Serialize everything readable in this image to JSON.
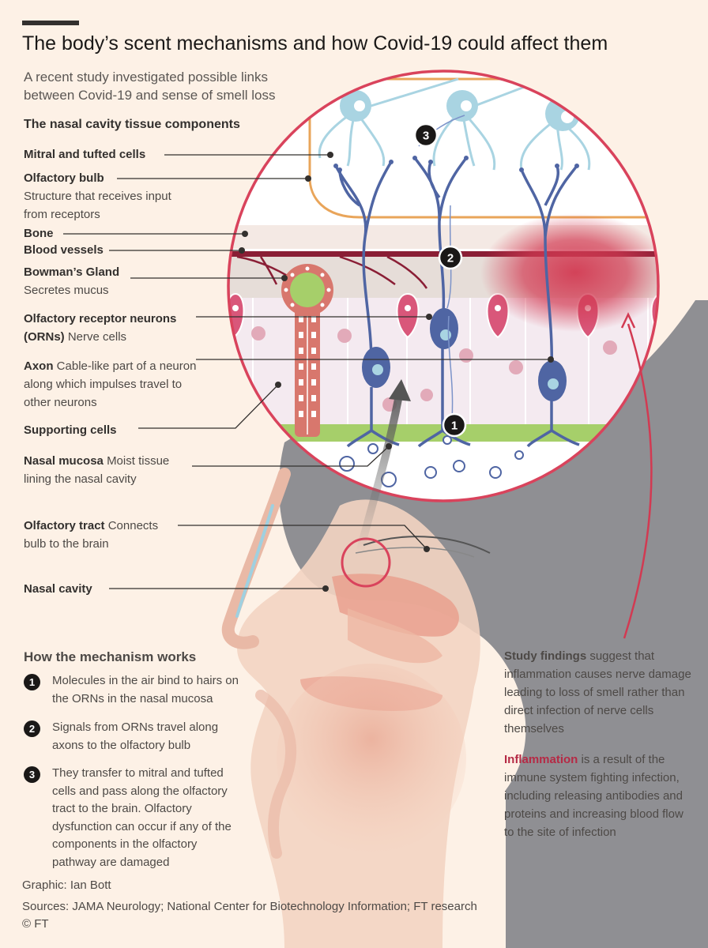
{
  "header": {
    "title": "The body’s scent mechanisms and how Covid-19 could affect them",
    "subtitle": "A recent study investigated possible links between Covid-19 and sense of smell loss",
    "section_heading": "The nasal cavity tissue components"
  },
  "labels": {
    "mitral": {
      "name": "Mitral and tufted cells",
      "desc": ""
    },
    "bulb": {
      "name": "Olfactory bulb",
      "desc": "Structure that receives input from receptors"
    },
    "bone": {
      "name": "Bone",
      "desc": ""
    },
    "vessels": {
      "name": "Blood vessels",
      "desc": ""
    },
    "gland": {
      "name": "Bowman’s Gland",
      "desc": "Secretes mucus"
    },
    "orn": {
      "name": "Olfactory receptor neurons (ORNs)",
      "desc": "Nerve cells"
    },
    "axon": {
      "name": "Axon",
      "desc": "Cable-like part of a neuron along which impulses travel to other neurons"
    },
    "supporting": {
      "name": "Supporting cells",
      "desc": ""
    },
    "mucosa": {
      "name": "Nasal mucosa",
      "desc": "Moist tissue lining the nasal cavity"
    },
    "tract": {
      "name": "Olfactory tract",
      "desc": "Connects bulb to the brain"
    },
    "cavity": {
      "name": "Nasal cavity",
      "desc": ""
    }
  },
  "badges": [
    "1",
    "2",
    "3"
  ],
  "mechanism": {
    "heading": "How the mechanism works",
    "steps": [
      {
        "num": "1",
        "text": "Molecules in the air bind to hairs on the ORNs in the nasal mucosa"
      },
      {
        "num": "2",
        "text": "Signals from ORNs travel along axons to the olfactory bulb"
      },
      {
        "num": "3",
        "text": "They transfer to mitral and tufted cells and pass along the olfactory tract to the brain. Olfactory dysfunction can occur if any of the components in the olfactory pathway are damaged"
      }
    ]
  },
  "findings": {
    "lead": "Study findings",
    "text": "suggest that inflammation causes nerve damage leading to loss of smell rather than direct infection of nerve cells themselves",
    "inflammation_lead": "Inflammation",
    "inflammation_text": "is a result of the immune system fighting infection, including releasing antibodies and proteins and increasing blood flow to the site of infection"
  },
  "footer": {
    "credit": "Graphic: Ian Bott",
    "sources": "Sources: JAMA Neurology; National Center for Biotechnology Information; FT research",
    "copyright": "© FT"
  },
  "colors": {
    "background": "#fdf1e6",
    "circle_stroke": "#d9435c",
    "neuron_blue": "#4f65a3",
    "mucosa_green": "#a6cf6a",
    "bulb_orange": "#e9a55a",
    "mitral_blue": "#a9d4e2",
    "inflammation_red": "#d23a52",
    "head_gray": "#8f8f93"
  }
}
